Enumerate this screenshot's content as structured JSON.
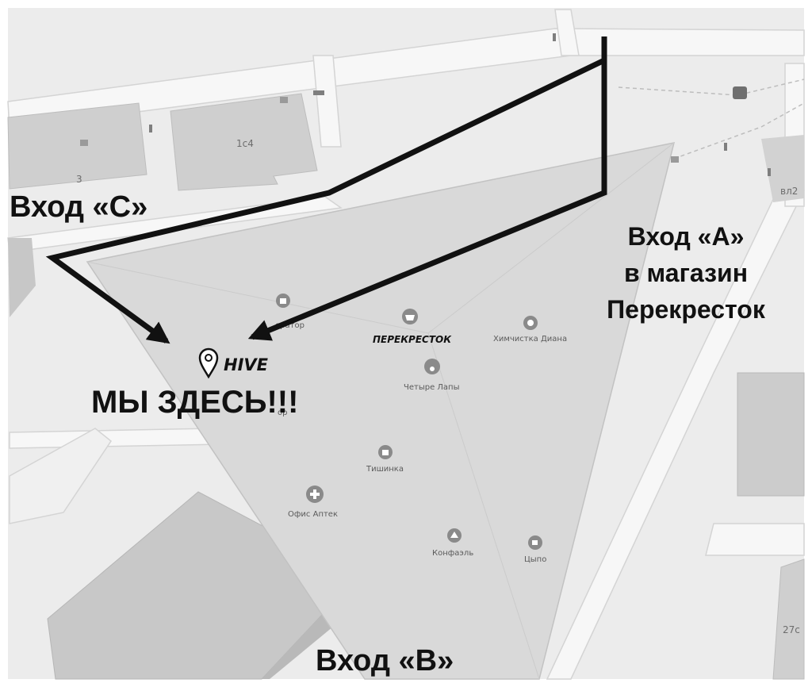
{
  "map": {
    "buildings": {
      "b3": "3",
      "b1c4": "1с4",
      "bvl2": "вл2",
      "b27c": "27с"
    },
    "pois": [
      {
        "id": "operator",
        "label": "ератор",
        "icon": "shopping-bag-icon"
      },
      {
        "id": "perekrestok",
        "label": "",
        "icon": "basket-icon"
      },
      {
        "id": "khimchistka",
        "label": "Химчистка Диана",
        "icon": "dry-cleaning-icon"
      },
      {
        "id": "chetyre-lapy",
        "label": "Четыре Лапы",
        "icon": "paw-icon"
      },
      {
        "id": "tishinka",
        "label": "Тишинка",
        "icon": "shopping-bag-icon"
      },
      {
        "id": "ofis-aptek",
        "label": "Офис Аптек",
        "icon": "pharmacy-cross-icon"
      },
      {
        "id": "konfael",
        "label": "Конфаэль",
        "icon": "confectionery-icon"
      },
      {
        "id": "tsypo",
        "label": "Цыпо",
        "icon": "cafe-cup-icon"
      }
    ],
    "perekrestok_logo": "ПЕРЕКРЕСТОК",
    "partial_label_rop": "ор",
    "hive_logo": "HIVE"
  },
  "annotations": {
    "entrance_c": "Вход «С»",
    "entrance_a_line1": "Вход «А»",
    "entrance_a_line2": "в магазин",
    "entrance_a_line3": "Перекресток",
    "entrance_b": "Вход «В»",
    "here": "МЫ ЗДЕСЬ!!!"
  },
  "colors": {
    "background": "#ffffff",
    "ground": "#ececec",
    "road": "#f6f6f6",
    "mall_area": "#dddddd",
    "building": "#cdcdcd",
    "building_side": "#b9b9b9",
    "arrow": "#111111",
    "poi_icon": "#8a8a8a"
  }
}
